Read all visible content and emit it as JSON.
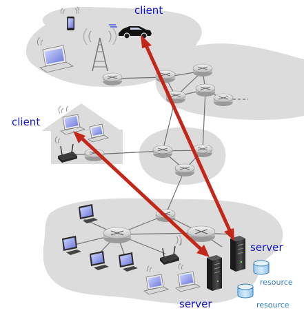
{
  "diagram": {
    "labels": {
      "client_top": "client",
      "client_left": "client",
      "server_right": "server",
      "server_bottom": "server",
      "resource_1": "resource",
      "resource_2": "resource"
    },
    "colors": {
      "network_region": "#dcdcdc",
      "link": "#6f6f6f",
      "router": "#d4d4d4",
      "arrow": "#c3271a",
      "label": "#1515c8",
      "resource": "#2e7bc4"
    },
    "icons": {
      "router": "router-icon",
      "laptop": "laptop-icon",
      "desktop": "desktop-icon",
      "phone": "smartphone-icon",
      "car": "car-icon",
      "tower": "cell-tower-icon",
      "access_point": "wifi-access-point-icon",
      "server": "server-icon",
      "database": "database-icon",
      "house": "house-icon"
    }
  }
}
